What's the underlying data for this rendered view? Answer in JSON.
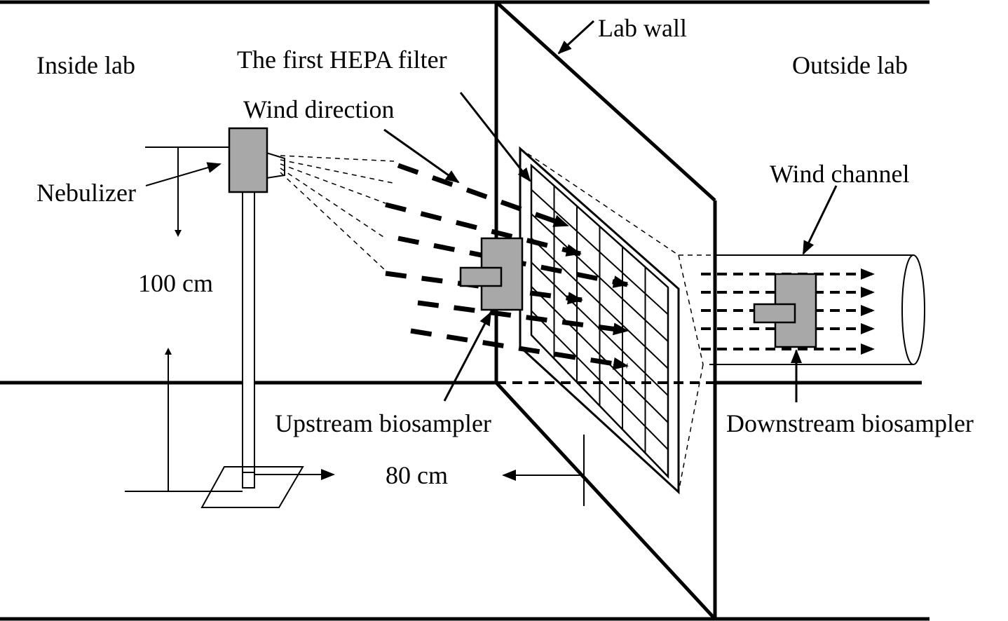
{
  "labels": {
    "inside_lab": "Inside lab",
    "outside_lab": "Outside lab",
    "lab_wall": "Lab wall",
    "first_hepa_filter": "The first HEPA filter",
    "wind_direction": "Wind direction",
    "nebulizer": "Nebulizer",
    "wind_channel": "Wind channel",
    "height_dimension": "100 cm",
    "distance_dimension": "80 cm",
    "upstream_biosampler": "Upstream biosampler",
    "downstream_biosampler": "Downstream biosampler"
  },
  "colors": {
    "line": "#000000",
    "device_fill": "#a8a8a8",
    "background": "#ffffff"
  }
}
